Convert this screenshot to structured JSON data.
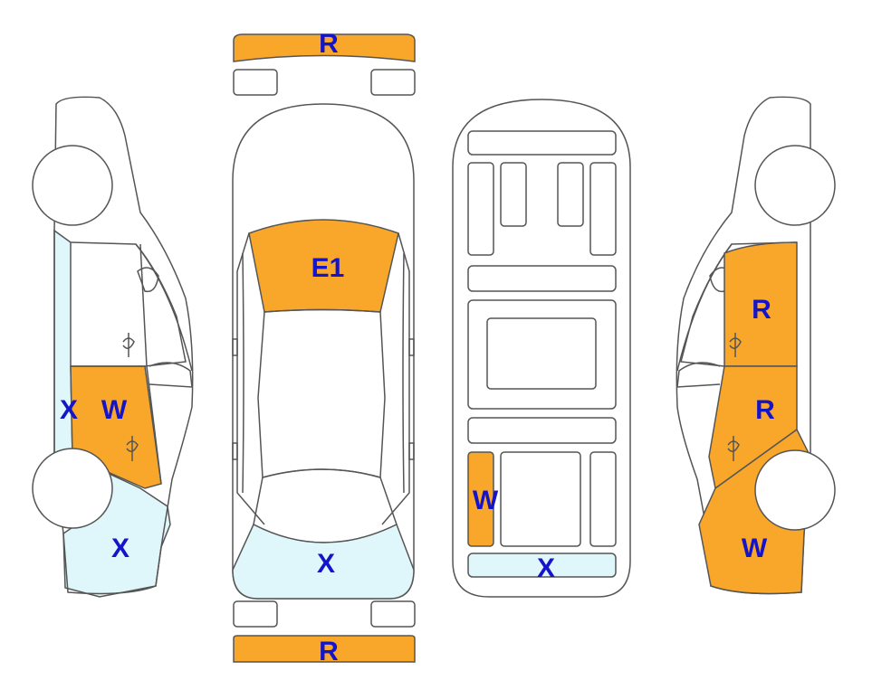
{
  "colors": {
    "orange": "#F9A72B",
    "light_blue": "#DFF6FB",
    "outline": "#555555",
    "label": "#1414C8",
    "background": "#FFFFFF"
  },
  "labels": {
    "front_bumper": "R",
    "rear_bumper": "R",
    "hood": "E1",
    "roof_rear": "X",
    "underbody_left_sill": "W",
    "underbody_rear": "X",
    "left_sill_strip": "X",
    "left_door": "W",
    "left_quarter": "X",
    "right_front_door": "R",
    "right_rear_door": "R",
    "right_quarter": "W"
  }
}
